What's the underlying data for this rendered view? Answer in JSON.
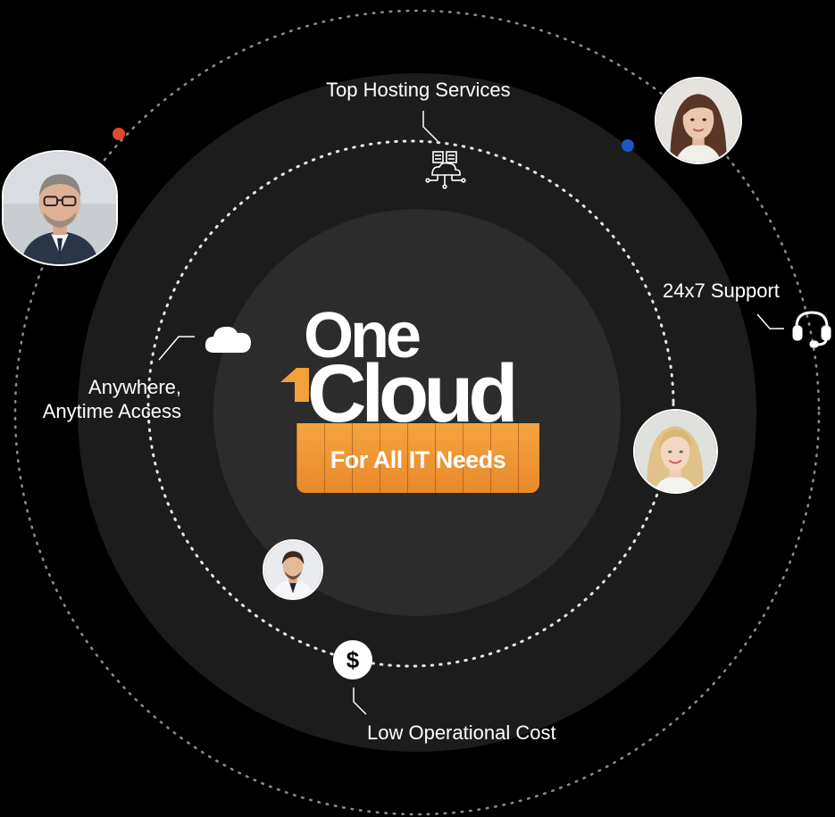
{
  "brand": {
    "line1": "One",
    "line2": "Cloud",
    "tagline": "For All IT Needs",
    "accent_color": "#f2a03a",
    "text_color": "#ffffff"
  },
  "features": {
    "top_hosting": "Top Hosting Services",
    "support": "24x7 Support",
    "access_line1": "Anywhere,",
    "access_line2": "Anytime Access",
    "cost": "Low Operational Cost"
  },
  "icons": {
    "hosting": "server-cloud-icon",
    "support": "headset-icon",
    "access": "cloud-icon",
    "cost": "dollar-icon"
  },
  "colors": {
    "background": "#000000",
    "outer_disc": "#1c1c1c",
    "inner_disc": "#2c2c2c",
    "orbit_dots": "#d8d8d8",
    "red_dot": "#e2492f",
    "blue_dot": "#1a56c4"
  }
}
